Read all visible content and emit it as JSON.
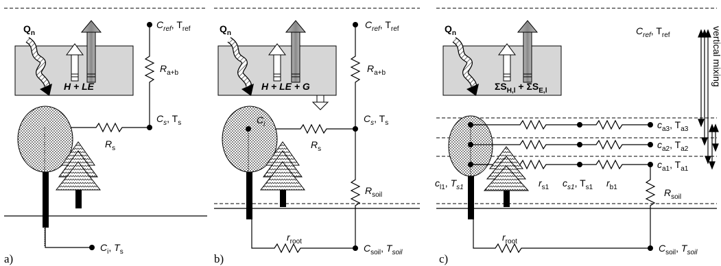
{
  "panels": [
    {
      "letter": "a)",
      "radiation": {
        "main": "Q",
        "sub": "n"
      },
      "flux_label": "H + LE",
      "ref_node": {
        "c": "C",
        "c_sub": "ref",
        "sep": ", ",
        "t": "T",
        "t_sub": "ref"
      },
      "resistance_ab": {
        "r": "R",
        "sub": "a+b"
      },
      "surface_node": {
        "c": "C",
        "c_sub": "s",
        "sep": ", ",
        "t": "T",
        "t_sub": "s"
      },
      "resistance_s": {
        "r": "R",
        "sub": "s"
      },
      "internal_node": {
        "c": "C",
        "c_sub": "i",
        "sep": ", ",
        "t": "T",
        "t_sub": "s"
      }
    },
    {
      "letter": "b)",
      "radiation": {
        "main": "Q",
        "sub": "n"
      },
      "flux_label": "H + LE + G",
      "ref_node": {
        "c": "C",
        "c_sub": "ref",
        "sep": ", ",
        "t": "T",
        "t_sub": "ref"
      },
      "resistance_ab": {
        "r": "R",
        "sub": "a+b"
      },
      "surface_node": {
        "c": "C",
        "c_sub": "s",
        "sep": ", ",
        "t": "T",
        "t_sub": "s"
      },
      "internal_node": {
        "c": "C",
        "c_sub": "i"
      },
      "resistance_s": {
        "r": "R",
        "sub": "s"
      },
      "resistance_soil": {
        "r": "R",
        "sub": "soil"
      },
      "resistance_root": {
        "r": "r",
        "sub": "root"
      },
      "soil_node": {
        "c": "C",
        "c_sub": "soil",
        "sep": ", ",
        "t": "T",
        "t_sub": "soil"
      }
    },
    {
      "letter": "c)",
      "radiation": {
        "main": "Q",
        "sub": "n"
      },
      "flux_label": {
        "part1": "ΣS",
        "sub1": "H,l",
        "plus": " + ",
        "part2": "ΣS",
        "sub2": "E,l"
      },
      "ref_node": {
        "c": "C",
        "c_sub": "ref",
        "sep": ", ",
        "t": "T",
        "t_sub": "ref"
      },
      "vertical_mixing": "vertical mixing",
      "layers": [
        {
          "c": "c",
          "c_sub": "a3",
          "sep": ", ",
          "t": "T",
          "t_sub": "a3"
        },
        {
          "c": "c",
          "c_sub": "a2",
          "sep": ", ",
          "t": "T",
          "t_sub": "a2"
        },
        {
          "c": "c",
          "c_sub": "a1",
          "sep": ", ",
          "t": "T",
          "t_sub": "a1"
        }
      ],
      "leaf_node": {
        "c": "c",
        "c_sub": "l1",
        "sep": ", ",
        "t": "T",
        "t_sub": "s1"
      },
      "resistance_s1": {
        "r": "r",
        "sub": "s1"
      },
      "surface_node": {
        "c": "c",
        "c_sub": "s1",
        "sep": ", ",
        "t": "T",
        "t_sub": "s1"
      },
      "resistance_b1": {
        "r": "r",
        "sub": "b1"
      },
      "resistance_soil": {
        "r": "R",
        "sub": "soil"
      },
      "resistance_root": {
        "r": "r",
        "sub": "root"
      },
      "soil_node": {
        "c": "C",
        "c_sub": "soil",
        "sep": ", ",
        "t": "T",
        "t_sub": "soil"
      }
    }
  ]
}
